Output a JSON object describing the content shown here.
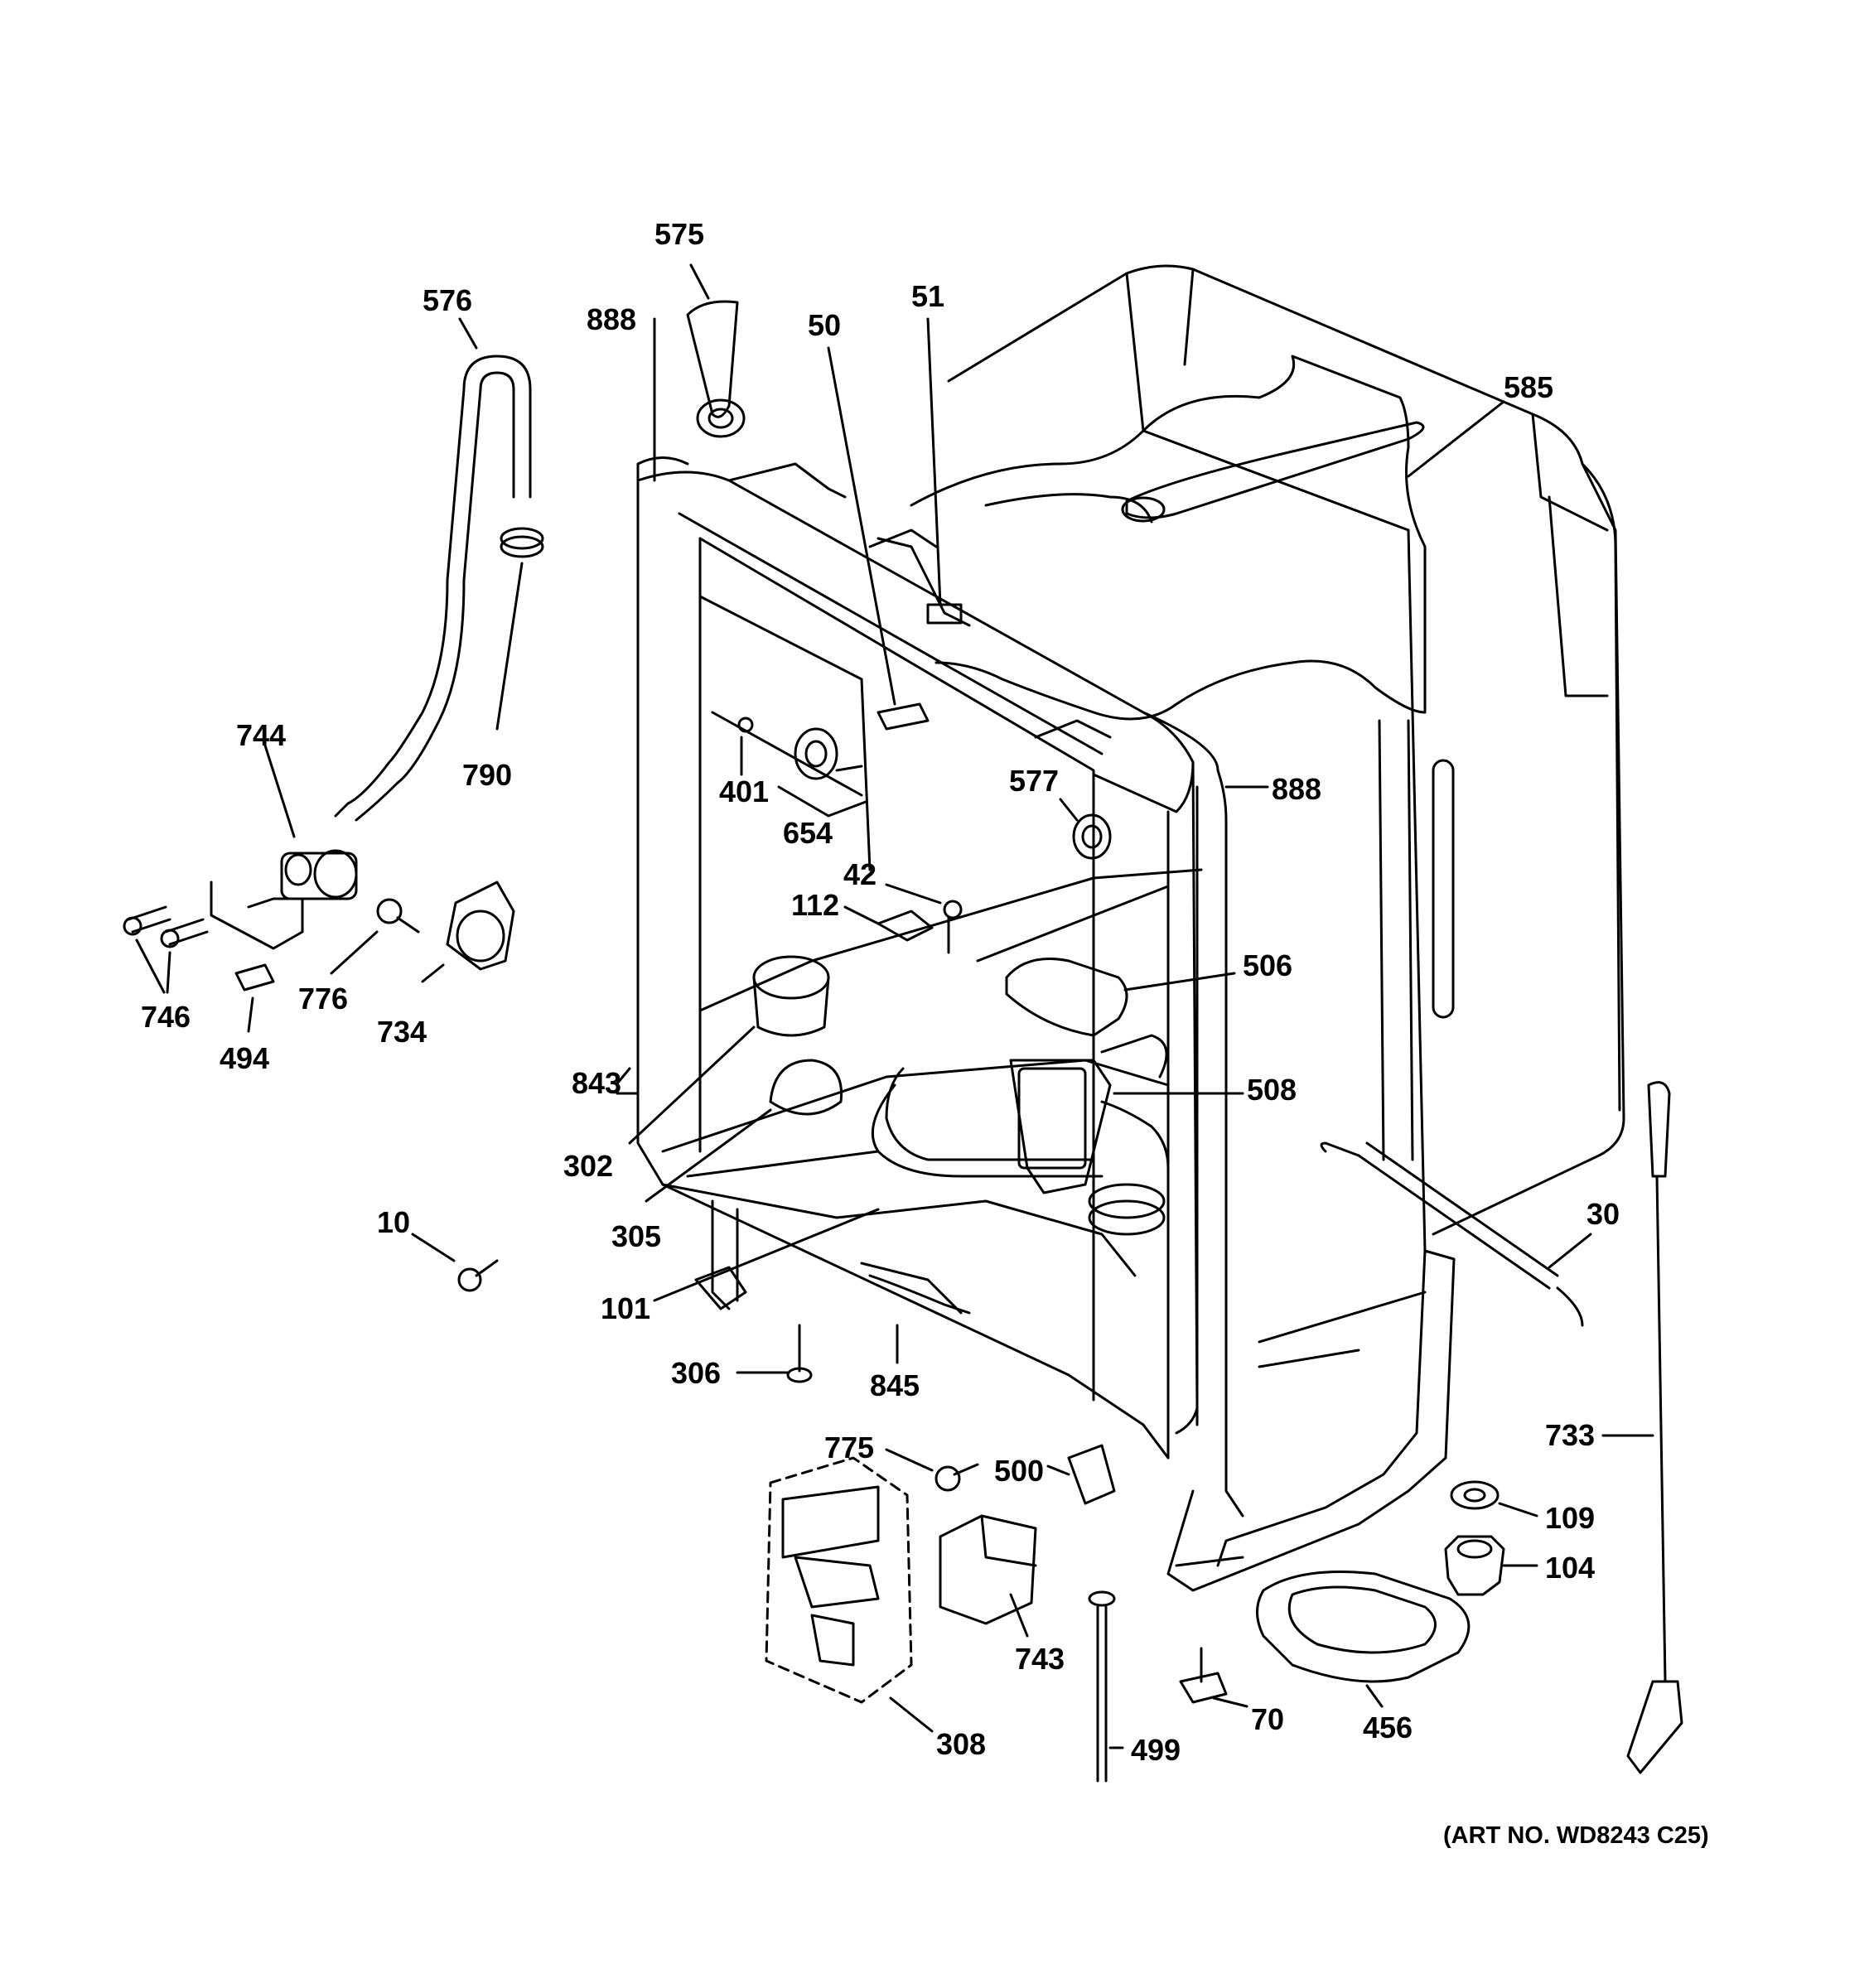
{
  "diagram": {
    "art_number": "(ART NO. WD8243 C25)",
    "line_color": "#000000",
    "background": "#ffffff",
    "callouts": [
      {
        "id": "575",
        "label": "575"
      },
      {
        "id": "576",
        "label": "576"
      },
      {
        "id": "888a",
        "label": "888"
      },
      {
        "id": "50",
        "label": "50"
      },
      {
        "id": "51",
        "label": "51"
      },
      {
        "id": "585",
        "label": "585"
      },
      {
        "id": "744",
        "label": "744"
      },
      {
        "id": "790",
        "label": "790"
      },
      {
        "id": "401",
        "label": "401"
      },
      {
        "id": "654",
        "label": "654"
      },
      {
        "id": "577",
        "label": "577"
      },
      {
        "id": "888b",
        "label": "888"
      },
      {
        "id": "42",
        "label": "42"
      },
      {
        "id": "112",
        "label": "112"
      },
      {
        "id": "746",
        "label": "746"
      },
      {
        "id": "776",
        "label": "776"
      },
      {
        "id": "734",
        "label": "734"
      },
      {
        "id": "494",
        "label": "494"
      },
      {
        "id": "506",
        "label": "506"
      },
      {
        "id": "843",
        "label": "843"
      },
      {
        "id": "508",
        "label": "508"
      },
      {
        "id": "302",
        "label": "302"
      },
      {
        "id": "305",
        "label": "305"
      },
      {
        "id": "10",
        "label": "10"
      },
      {
        "id": "30",
        "label": "30"
      },
      {
        "id": "101",
        "label": "101"
      },
      {
        "id": "306",
        "label": "306"
      },
      {
        "id": "845",
        "label": "845"
      },
      {
        "id": "775",
        "label": "775"
      },
      {
        "id": "500",
        "label": "500"
      },
      {
        "id": "733",
        "label": "733"
      },
      {
        "id": "109",
        "label": "109"
      },
      {
        "id": "104",
        "label": "104"
      },
      {
        "id": "743",
        "label": "743"
      },
      {
        "id": "70",
        "label": "70"
      },
      {
        "id": "456",
        "label": "456"
      },
      {
        "id": "308",
        "label": "308"
      },
      {
        "id": "499",
        "label": "499"
      }
    ]
  }
}
